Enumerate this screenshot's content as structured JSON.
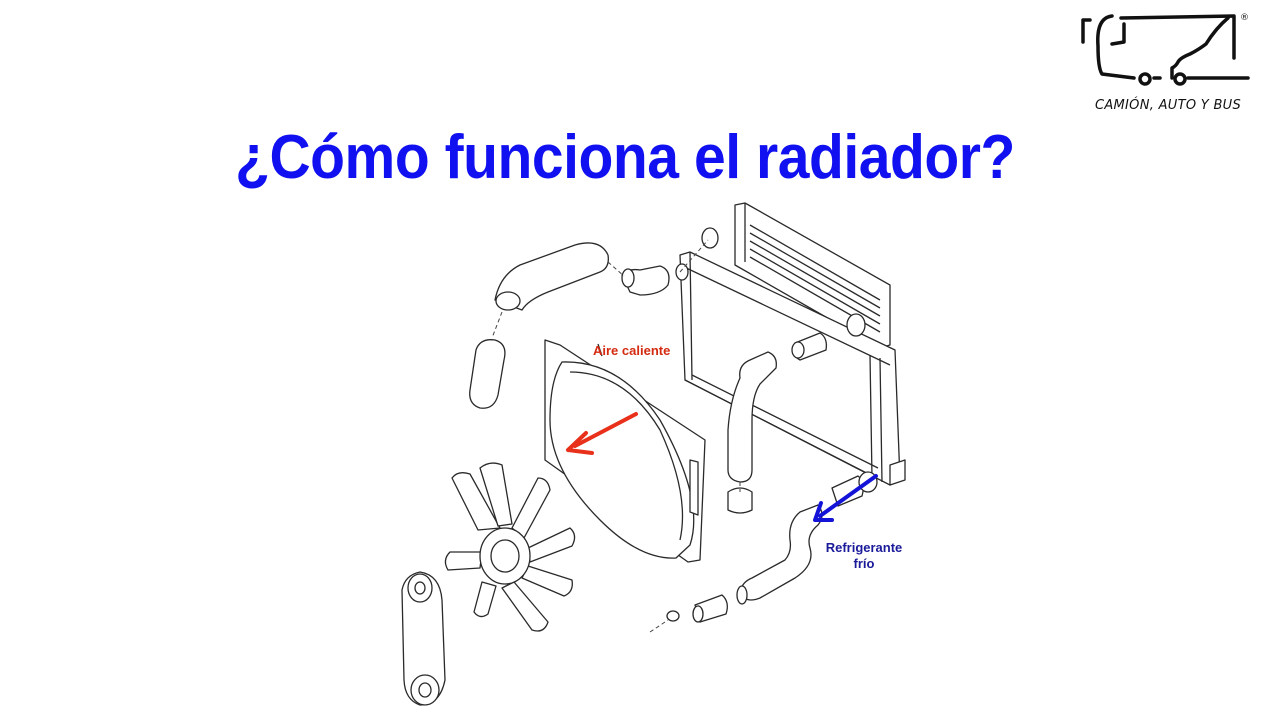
{
  "logo": {
    "caption": "CAMIÓN, AUTO Y BUS",
    "registered_mark": "®",
    "icon": "truck-bus-outline-icon"
  },
  "title": "¿Cómo funciona el radiador?",
  "colors": {
    "title": "#1010f0",
    "hot_air": "#e8301a",
    "cold_coolant": "#1414d8",
    "line_art": "#222222"
  },
  "diagram": {
    "components": [
      "radiator",
      "upper-hose",
      "lower-hose",
      "fan-shroud",
      "fan",
      "water-pump-pulley",
      "drain-plug",
      "hose-clamp"
    ],
    "labels": {
      "hot_air": "Aire caliente",
      "coolant_line1": "Refrigerante",
      "coolant_line2": "frío"
    }
  }
}
